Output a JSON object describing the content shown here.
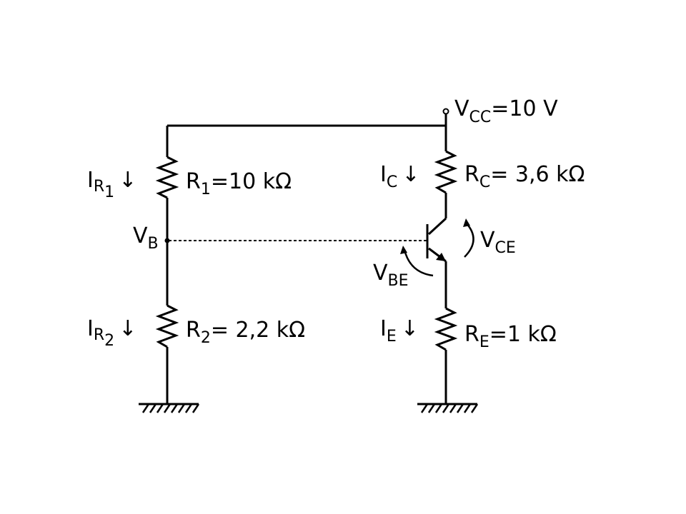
{
  "supply": {
    "main": "V",
    "sub": "CC",
    "value": "=10 V"
  },
  "left_branch": {
    "r1": {
      "current_main": "I",
      "current_sub": "R",
      "current_subsub": "1",
      "arrow": "↓",
      "name": "R",
      "name_sub": "1",
      "value": "=10 kΩ"
    },
    "node": {
      "main": "V",
      "sub": "B"
    },
    "r2": {
      "current_main": "I",
      "current_sub": "R",
      "current_subsub": "2",
      "arrow": "↓",
      "name": "R",
      "name_sub": "2",
      "value": "= 2,2 kΩ"
    }
  },
  "right_branch": {
    "rc": {
      "current_main": "I",
      "current_sub": "C",
      "arrow": "↓",
      "name": "R",
      "name_sub": "C",
      "value": "= 3,6 kΩ"
    },
    "vce": {
      "main": "V",
      "sub": "CE"
    },
    "vbe": {
      "main": "V",
      "sub": "BE"
    },
    "re": {
      "current_main": "I",
      "current_sub": "E",
      "arrow": "↓",
      "name": "R",
      "name_sub": "E",
      "value": "=1 kΩ"
    }
  }
}
